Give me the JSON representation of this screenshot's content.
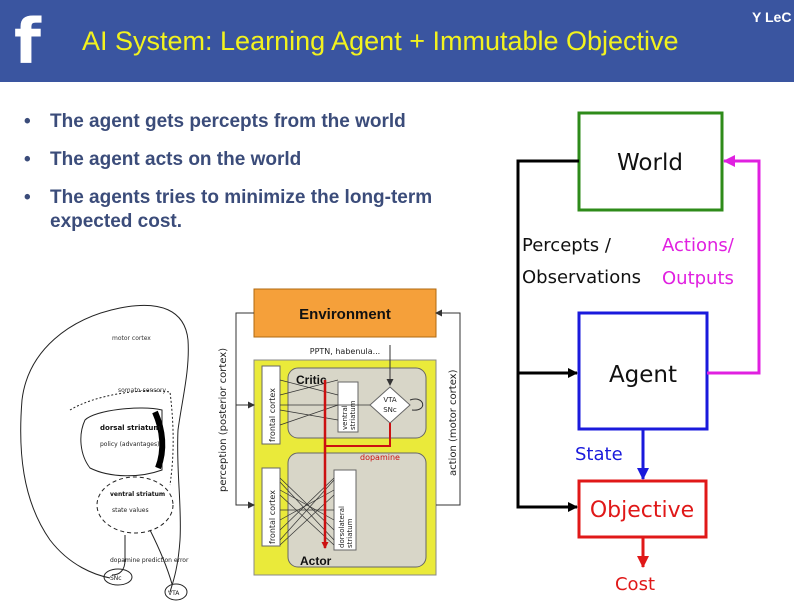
{
  "header": {
    "logo_letter": "f",
    "title": "AI System: Learning Agent + Immutable Objective",
    "author": "Y LeC"
  },
  "bullets": [
    "The agent gets percepts from the world",
    "The agent acts on the world",
    "The agents tries to minimize the long-term expected cost."
  ],
  "brain": {
    "labels": {
      "motor_cortex": "motor cortex",
      "somatosensory": "somato-sensory",
      "dorsal_striatum": "dorsal striatum",
      "policy": "policy (advantages)",
      "ventral_striatum": "ventral striatum",
      "state_values": "state values",
      "dopamine_error": "dopamine prediction error",
      "snc": "SNc",
      "vta": "VTA"
    }
  },
  "actor_critic": {
    "environment": "Environment",
    "pptn": "PPTN, habenula...",
    "critic": "Critic",
    "actor": "Actor",
    "frontal_cortex": "frontal cortex",
    "ventral_striatum": "ventral striatum",
    "dorsolateral_striatum": "dorsolateral striatum",
    "vta_snc_line1": "VTA",
    "vta_snc_line2": "SNc",
    "dopamine": "dopamine",
    "perception": "perception (posterior cortex)",
    "action": "action (motor cortex)"
  },
  "agent_loop": {
    "world": "World",
    "agent": "Agent",
    "objective": "Objective",
    "percepts_line1": "Percepts /",
    "percepts_line2": "Observations",
    "actions_line1": "Actions/",
    "actions_line2": "Outputs",
    "state": "State",
    "cost": "Cost",
    "colors": {
      "world": "#2e8b1a",
      "agent": "#1a1adc",
      "objective": "#e01818",
      "actions": "#e020e0",
      "state": "#1a1adc",
      "cost": "#e01818"
    }
  }
}
